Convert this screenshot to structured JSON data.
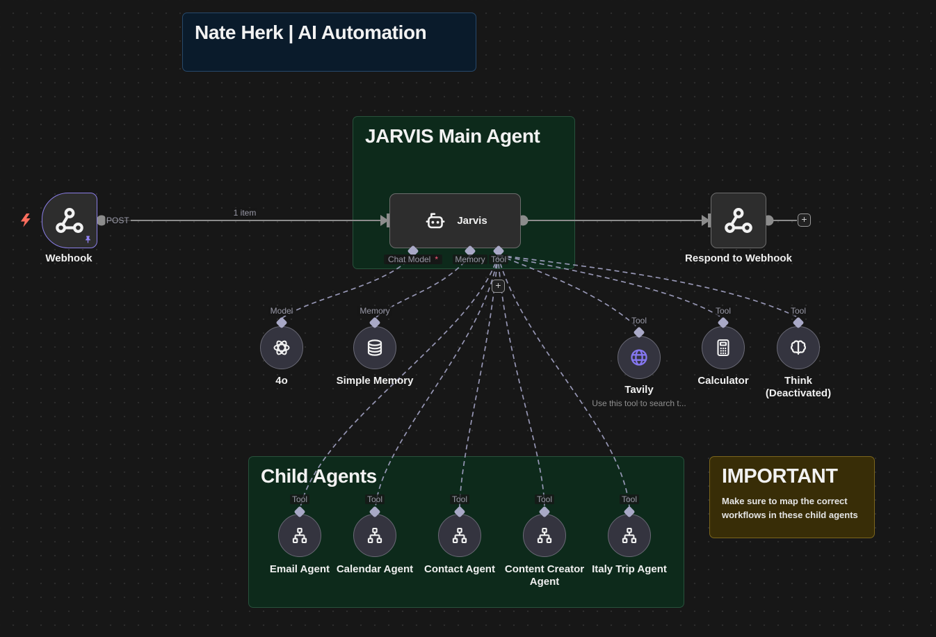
{
  "stickies": {
    "brand": {
      "title": "Nate Herk | AI Automation"
    },
    "main": {
      "title": "JARVIS Main Agent"
    },
    "children": {
      "title": "Child Agents"
    },
    "important": {
      "title": "IMPORTANT",
      "body": "Make sure to map the correct workflows in these child agents"
    }
  },
  "flow": {
    "webhook": {
      "label": "Webhook",
      "method": "POST"
    },
    "connection_label": "1 item",
    "agent": {
      "label": "Jarvis",
      "ports": [
        {
          "label": "Chat Model",
          "required": "*"
        },
        {
          "label": "Memory"
        },
        {
          "label": "Tool"
        }
      ]
    },
    "respond": {
      "label": "Respond to Webhook"
    }
  },
  "attachments": [
    {
      "port": "Model",
      "label": "4o"
    },
    {
      "port": "Memory",
      "label": "Simple Memory"
    },
    {
      "port": "Tool",
      "label": "Tavily",
      "desc": "Use this tool to search t..."
    },
    {
      "port": "Tool",
      "label": "Calculator"
    },
    {
      "port": "Tool",
      "label": "Think",
      "sub": "(Deactivated)"
    }
  ],
  "child_agents": [
    {
      "port": "Tool",
      "label": "Email Agent"
    },
    {
      "port": "Tool",
      "label": "Calendar Agent"
    },
    {
      "port": "Tool",
      "label": "Contact Agent"
    },
    {
      "port": "Tool",
      "label": "Content Creator Agent"
    },
    {
      "port": "Tool",
      "label": "Italy Trip Agent"
    }
  ],
  "ui": {
    "plus": "+"
  },
  "colors": {
    "canvas_bg": "#171717",
    "sticky_green": "#0d2a1b",
    "sticky_navy": "#0a1b2b",
    "sticky_amber": "#382d07",
    "node_fill": "#2d2d2d",
    "circle_fill": "#34343f",
    "webhook_accent": "#8b7fe8",
    "connector": "#a9a9c7",
    "dashed_line": "#9d9dbd",
    "solid_line": "#8c8c8c",
    "tavily_icon": "#8577f0",
    "trigger_bolt": "#ff6e5e",
    "required_star": "#ff5c7c"
  }
}
